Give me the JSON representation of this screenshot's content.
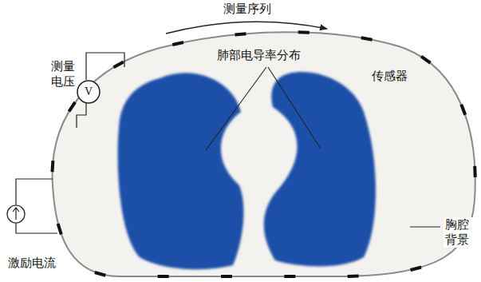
{
  "diagram": {
    "nodes": [
      {
        "text": [
          "V"
        ]
      }
    ],
    "labels": [
      "测量序列",
      "测量 电压",
      "肺部电导率分布",
      "传感器",
      "胸腔 背景",
      "激励电流"
    ]
  }
}
